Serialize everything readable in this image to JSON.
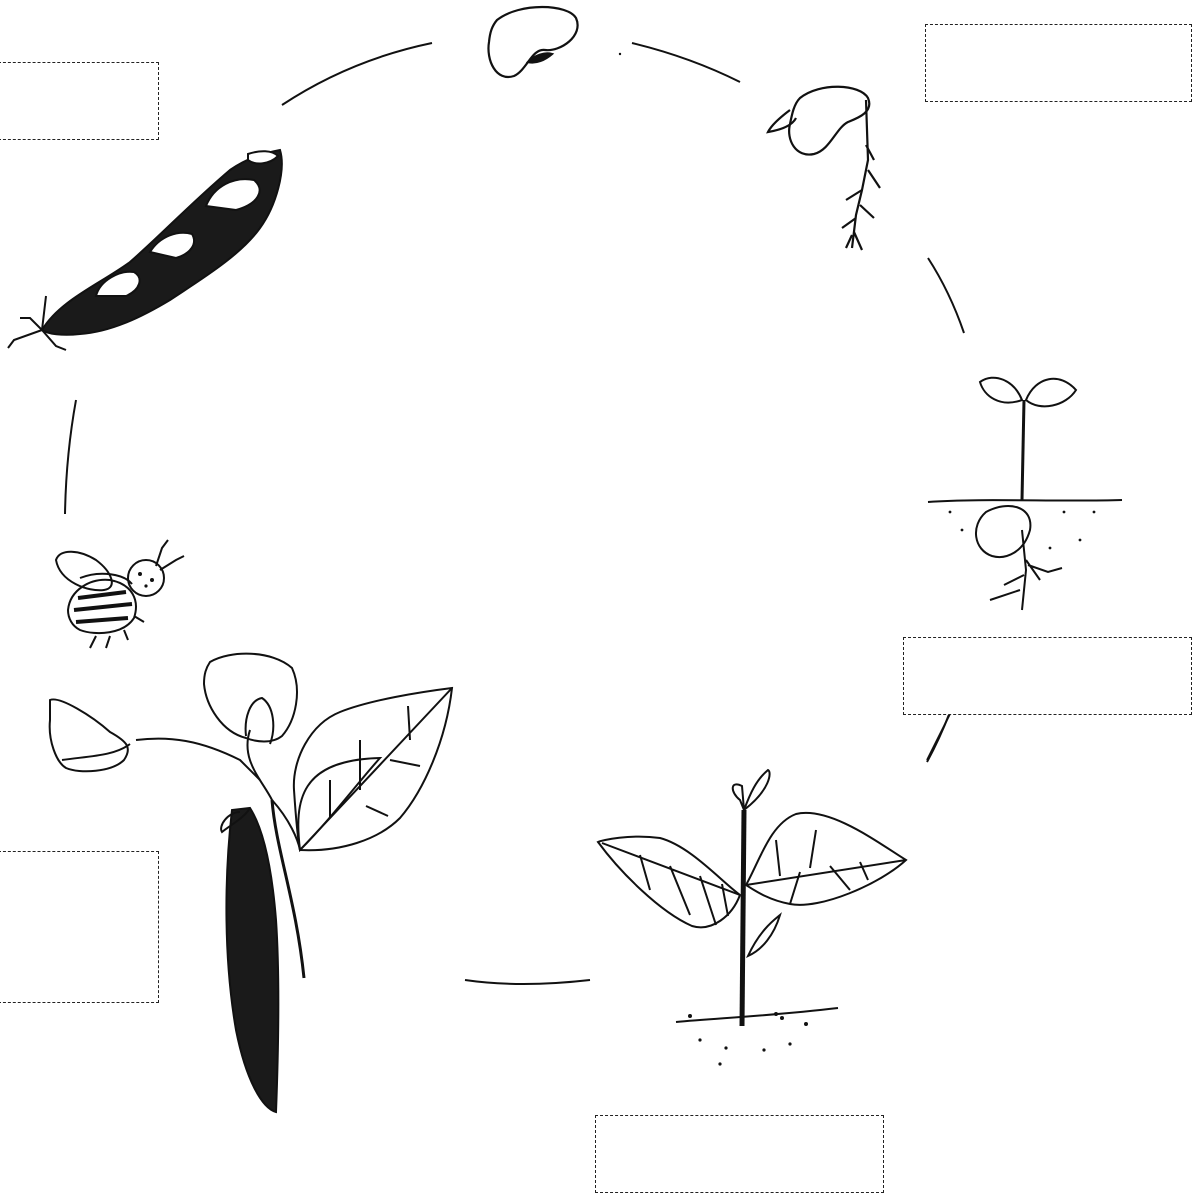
{
  "diagram": {
    "stages": [
      {
        "id": "seed",
        "name": "seed-illustration"
      },
      {
        "id": "germinating-seed",
        "name": "germinating-seed-illustration"
      },
      {
        "id": "seedling",
        "name": "seedling-illustration"
      },
      {
        "id": "young-plant",
        "name": "young-plant-illustration"
      },
      {
        "id": "flowering-plant",
        "name": "flowering-plant-illustration"
      },
      {
        "id": "bee",
        "name": "bee-illustration"
      },
      {
        "id": "seed-pod",
        "name": "seed-pod-illustration"
      }
    ],
    "label_boxes": {
      "top_left": "",
      "top_right": "",
      "right": "",
      "left": "",
      "bottom": ""
    },
    "colors": {
      "ink": "#111111",
      "background": "#ffffff",
      "pod_fill": "#1a1a1a"
    }
  }
}
